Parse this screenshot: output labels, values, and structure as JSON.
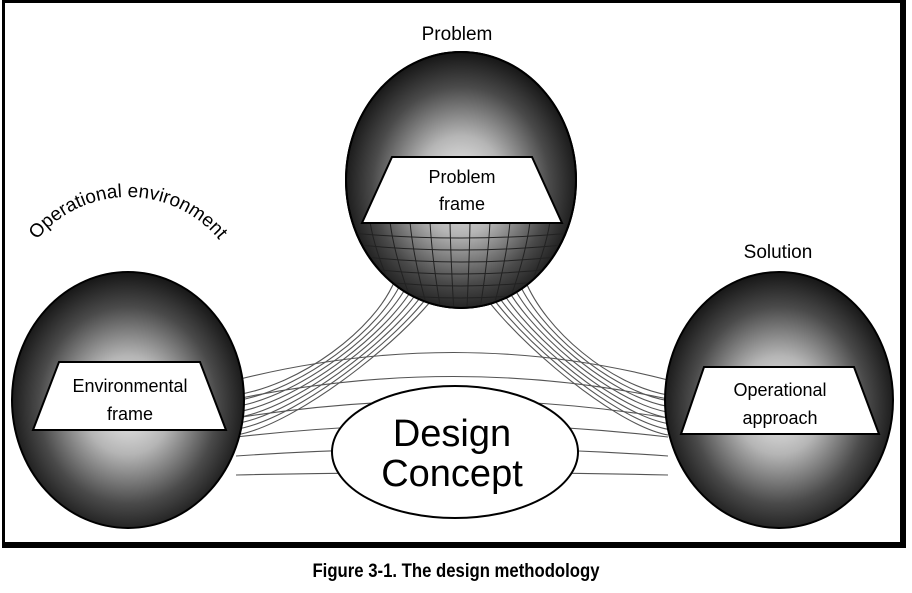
{
  "spheres": {
    "problem": {
      "label": "Problem",
      "frame_line1": "Problem",
      "frame_line2": "frame"
    },
    "environment": {
      "label": "Operational environment",
      "frame_line1": "Environmental",
      "frame_line2": "frame"
    },
    "solution": {
      "label": "Solution",
      "frame_line1": "Operational",
      "frame_line2": "approach"
    }
  },
  "concept": {
    "line1": "Design",
    "line2": "Concept"
  },
  "caption": "Figure 3-1. The design methodology"
}
